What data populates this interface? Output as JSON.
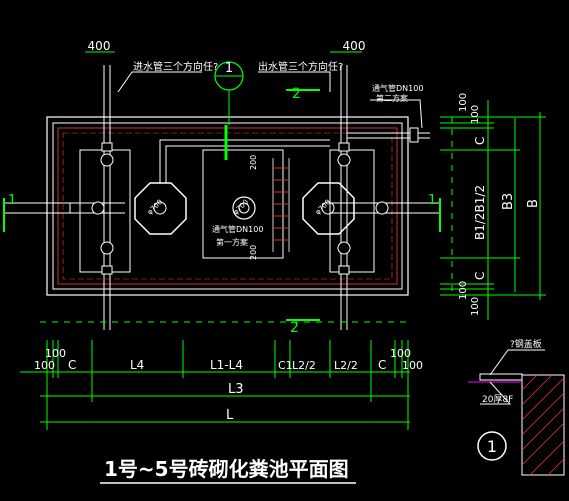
{
  "title": "1号~5号砖砌化粪池平面图",
  "notes": {
    "inlet": "进水管三个方向任?",
    "outlet": "出水管三个方向任?",
    "vent_right": "通气管DN100",
    "vent_right_sub": "第二方案",
    "vent_center": "通气管DN100",
    "vent_center_sub": "第一方案",
    "cover": "?钢盖板",
    "pad": "20厚8F"
  },
  "dims": {
    "top_left": "400",
    "top_right": "400",
    "d100a": "100",
    "d100b": "100",
    "C_left": "C",
    "L4": "L4",
    "L1L4": "L1-L4",
    "C1": "C1",
    "L2half_a": "L2/2",
    "L2half_b": "L2/2",
    "C_right": "C",
    "d100c": "100",
    "d100d": "100",
    "L3": "L3",
    "L": "L",
    "r100a": "100",
    "r100b": "100",
    "rC_top": "C",
    "rB1": "B1/2B1/2",
    "rC_bot": "C",
    "r100c": "100",
    "r100d": "100",
    "B3": "B3",
    "B": "B",
    "d200a": "200",
    "d200b": "200",
    "phi_a": "φ700",
    "phi_b": "φ700",
    "phi_c": "φ700"
  },
  "marks": {
    "section_top": "1",
    "section_bottom": "2",
    "section2_top": "2",
    "section_left": "1",
    "section_right": "1",
    "detail_id": "1"
  },
  "colors": {
    "white": "#ffffff",
    "green": "#00ff00",
    "red": "#ff3b3b",
    "cyan": "#00ffff",
    "yellow": "#ffff00",
    "magenta": "#ff00ff"
  }
}
